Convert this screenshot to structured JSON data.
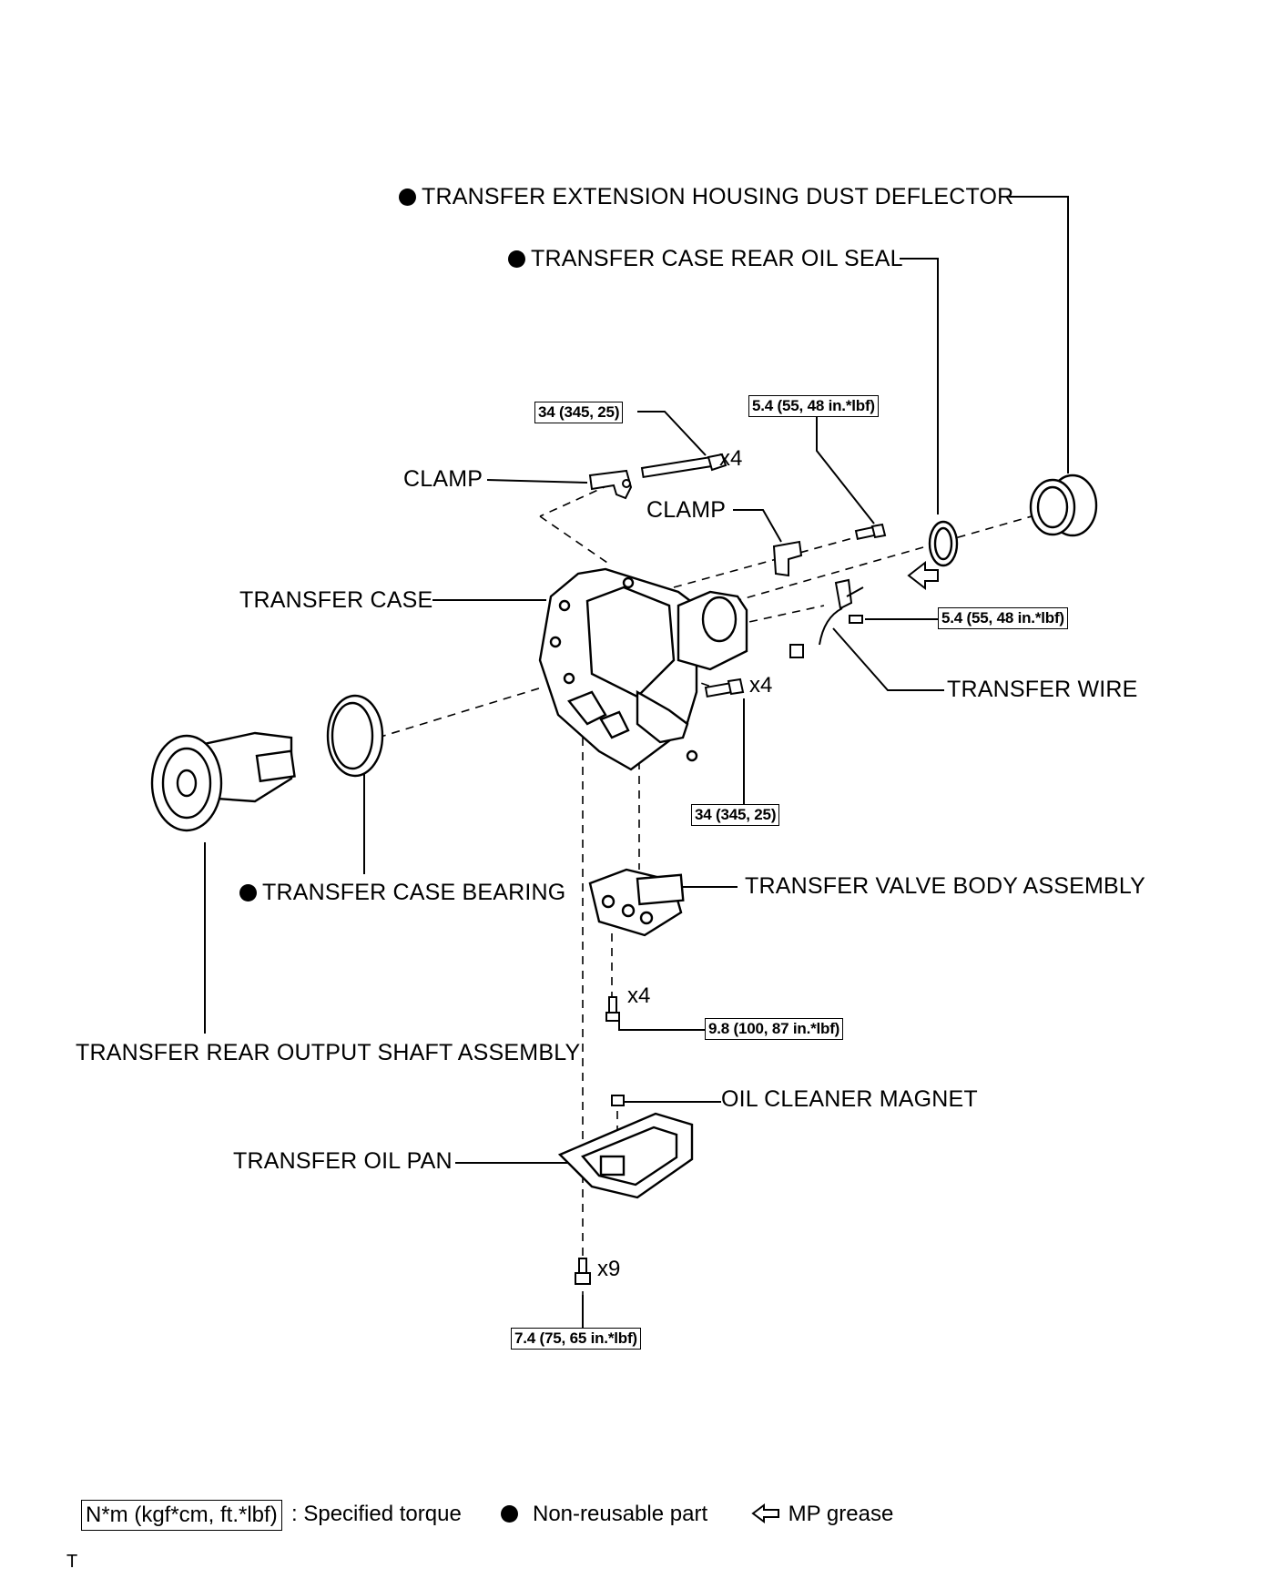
{
  "labels": {
    "dust_deflector": "TRANSFER EXTENSION HOUSING DUST DEFLECTOR",
    "rear_oil_seal": "TRANSFER CASE REAR OIL SEAL",
    "clamp_1": "CLAMP",
    "clamp_2": "CLAMP",
    "transfer_case": "TRANSFER CASE",
    "transfer_wire": "TRANSFER WIRE",
    "case_bearing": "TRANSFER CASE BEARING",
    "valve_body": "TRANSFER VALVE BODY ASSEMBLY",
    "rear_output_shaft": "TRANSFER REAR OUTPUT SHAFT ASSEMBLY",
    "oil_cleaner_magnet": "OIL CLEANER MAGNET",
    "oil_pan": "TRANSFER OIL PAN"
  },
  "torques": {
    "clamp_bolt": "34 (345, 25)",
    "clamp2_bolt": "5.4 (55, 48 in.*lbf)",
    "wire_bolt": "5.4 (55, 48 in.*lbf)",
    "case_bolt": "34 (345, 25)",
    "valve_bolt": "9.8 (100, 87 in.*lbf)",
    "pan_bolt": "7.4 (75, 65 in.*lbf)"
  },
  "quantities": {
    "clamp_bolt": "x4",
    "case_bolt": "x4",
    "valve_bolt": "x4",
    "pan_bolt": "x9"
  },
  "legend": {
    "torque_unit": "N*m (kgf*cm, ft.*lbf)",
    "torque_desc": ": Specified torque",
    "nonreusable": "Non-reusable part",
    "grease": "MP grease"
  },
  "footer": "T"
}
